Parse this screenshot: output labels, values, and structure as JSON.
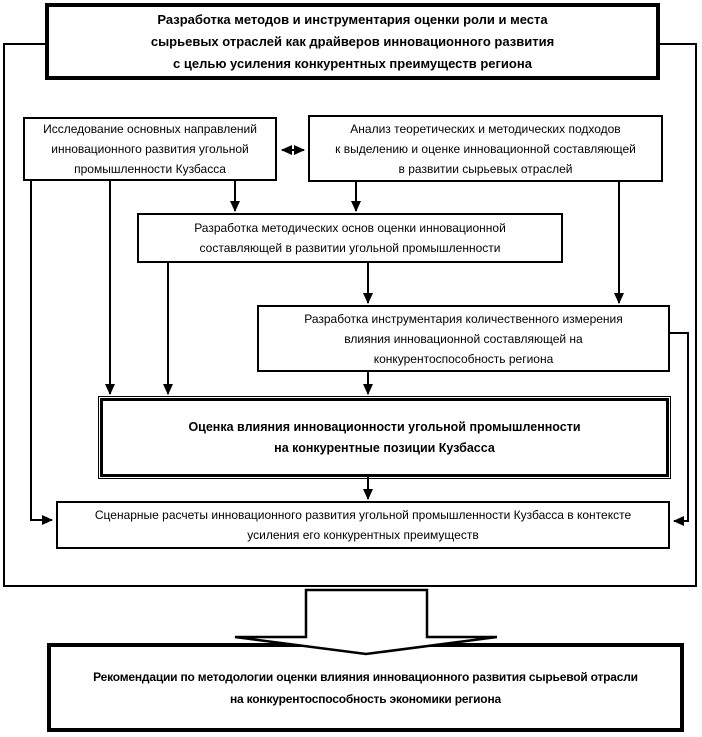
{
  "colors": {
    "ink": "#000000",
    "paper": "#ffffff"
  },
  "diagram": {
    "title_box": {
      "lines": [
        "Разработка методов и инструментария оценки роли и места",
        "сырьевых отраслей как драйверов инновационного развития",
        "с целью усиления конкурентных преимуществ региона"
      ]
    },
    "research_box": {
      "lines": [
        "Исследование основных направлений",
        "инновационного развития угольной",
        "промышленности Кузбасса"
      ]
    },
    "analysis_box": {
      "lines": [
        "Анализ теоретических и методических подходов",
        "к выделению и оценке инновационной составляющей",
        "в развитии сырьевых отраслей"
      ]
    },
    "methodical_box": {
      "lines": [
        "Разработка методических основ оценки инновационной",
        "составляющей в развитии угольной промышленности"
      ]
    },
    "instrumentation_box": {
      "lines": [
        "Разработка инструментария количественного измерения",
        "влияния инновационной составляющей на",
        "конкурентоспособность региона"
      ]
    },
    "assessment_box": {
      "lines": [
        "Оценка влияния инновационности угольной промышленности",
        "на конкурентные позиции Кузбасса"
      ]
    },
    "scenario_box": {
      "lines": [
        "Сценарные расчеты инновационного развития угольной промышленности Кузбасса в контексте",
        "усиления его конкурентных преимуществ"
      ]
    },
    "recommendations_box": {
      "lines": [
        "Рекомендации по методологии оценки влияния инновационного развития сырьевой отрасли",
        "на конкурентоспособность экономики региона"
      ]
    }
  }
}
